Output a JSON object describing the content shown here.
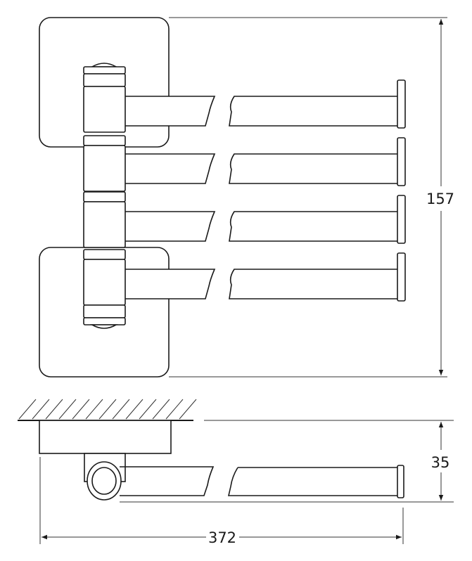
{
  "dimensions": {
    "height_label": "157",
    "depth_label": "35",
    "length_label": "372"
  },
  "product": {
    "arm_count": 4
  },
  "colors": {
    "line": "#1a1a1a",
    "background": "#ffffff"
  }
}
